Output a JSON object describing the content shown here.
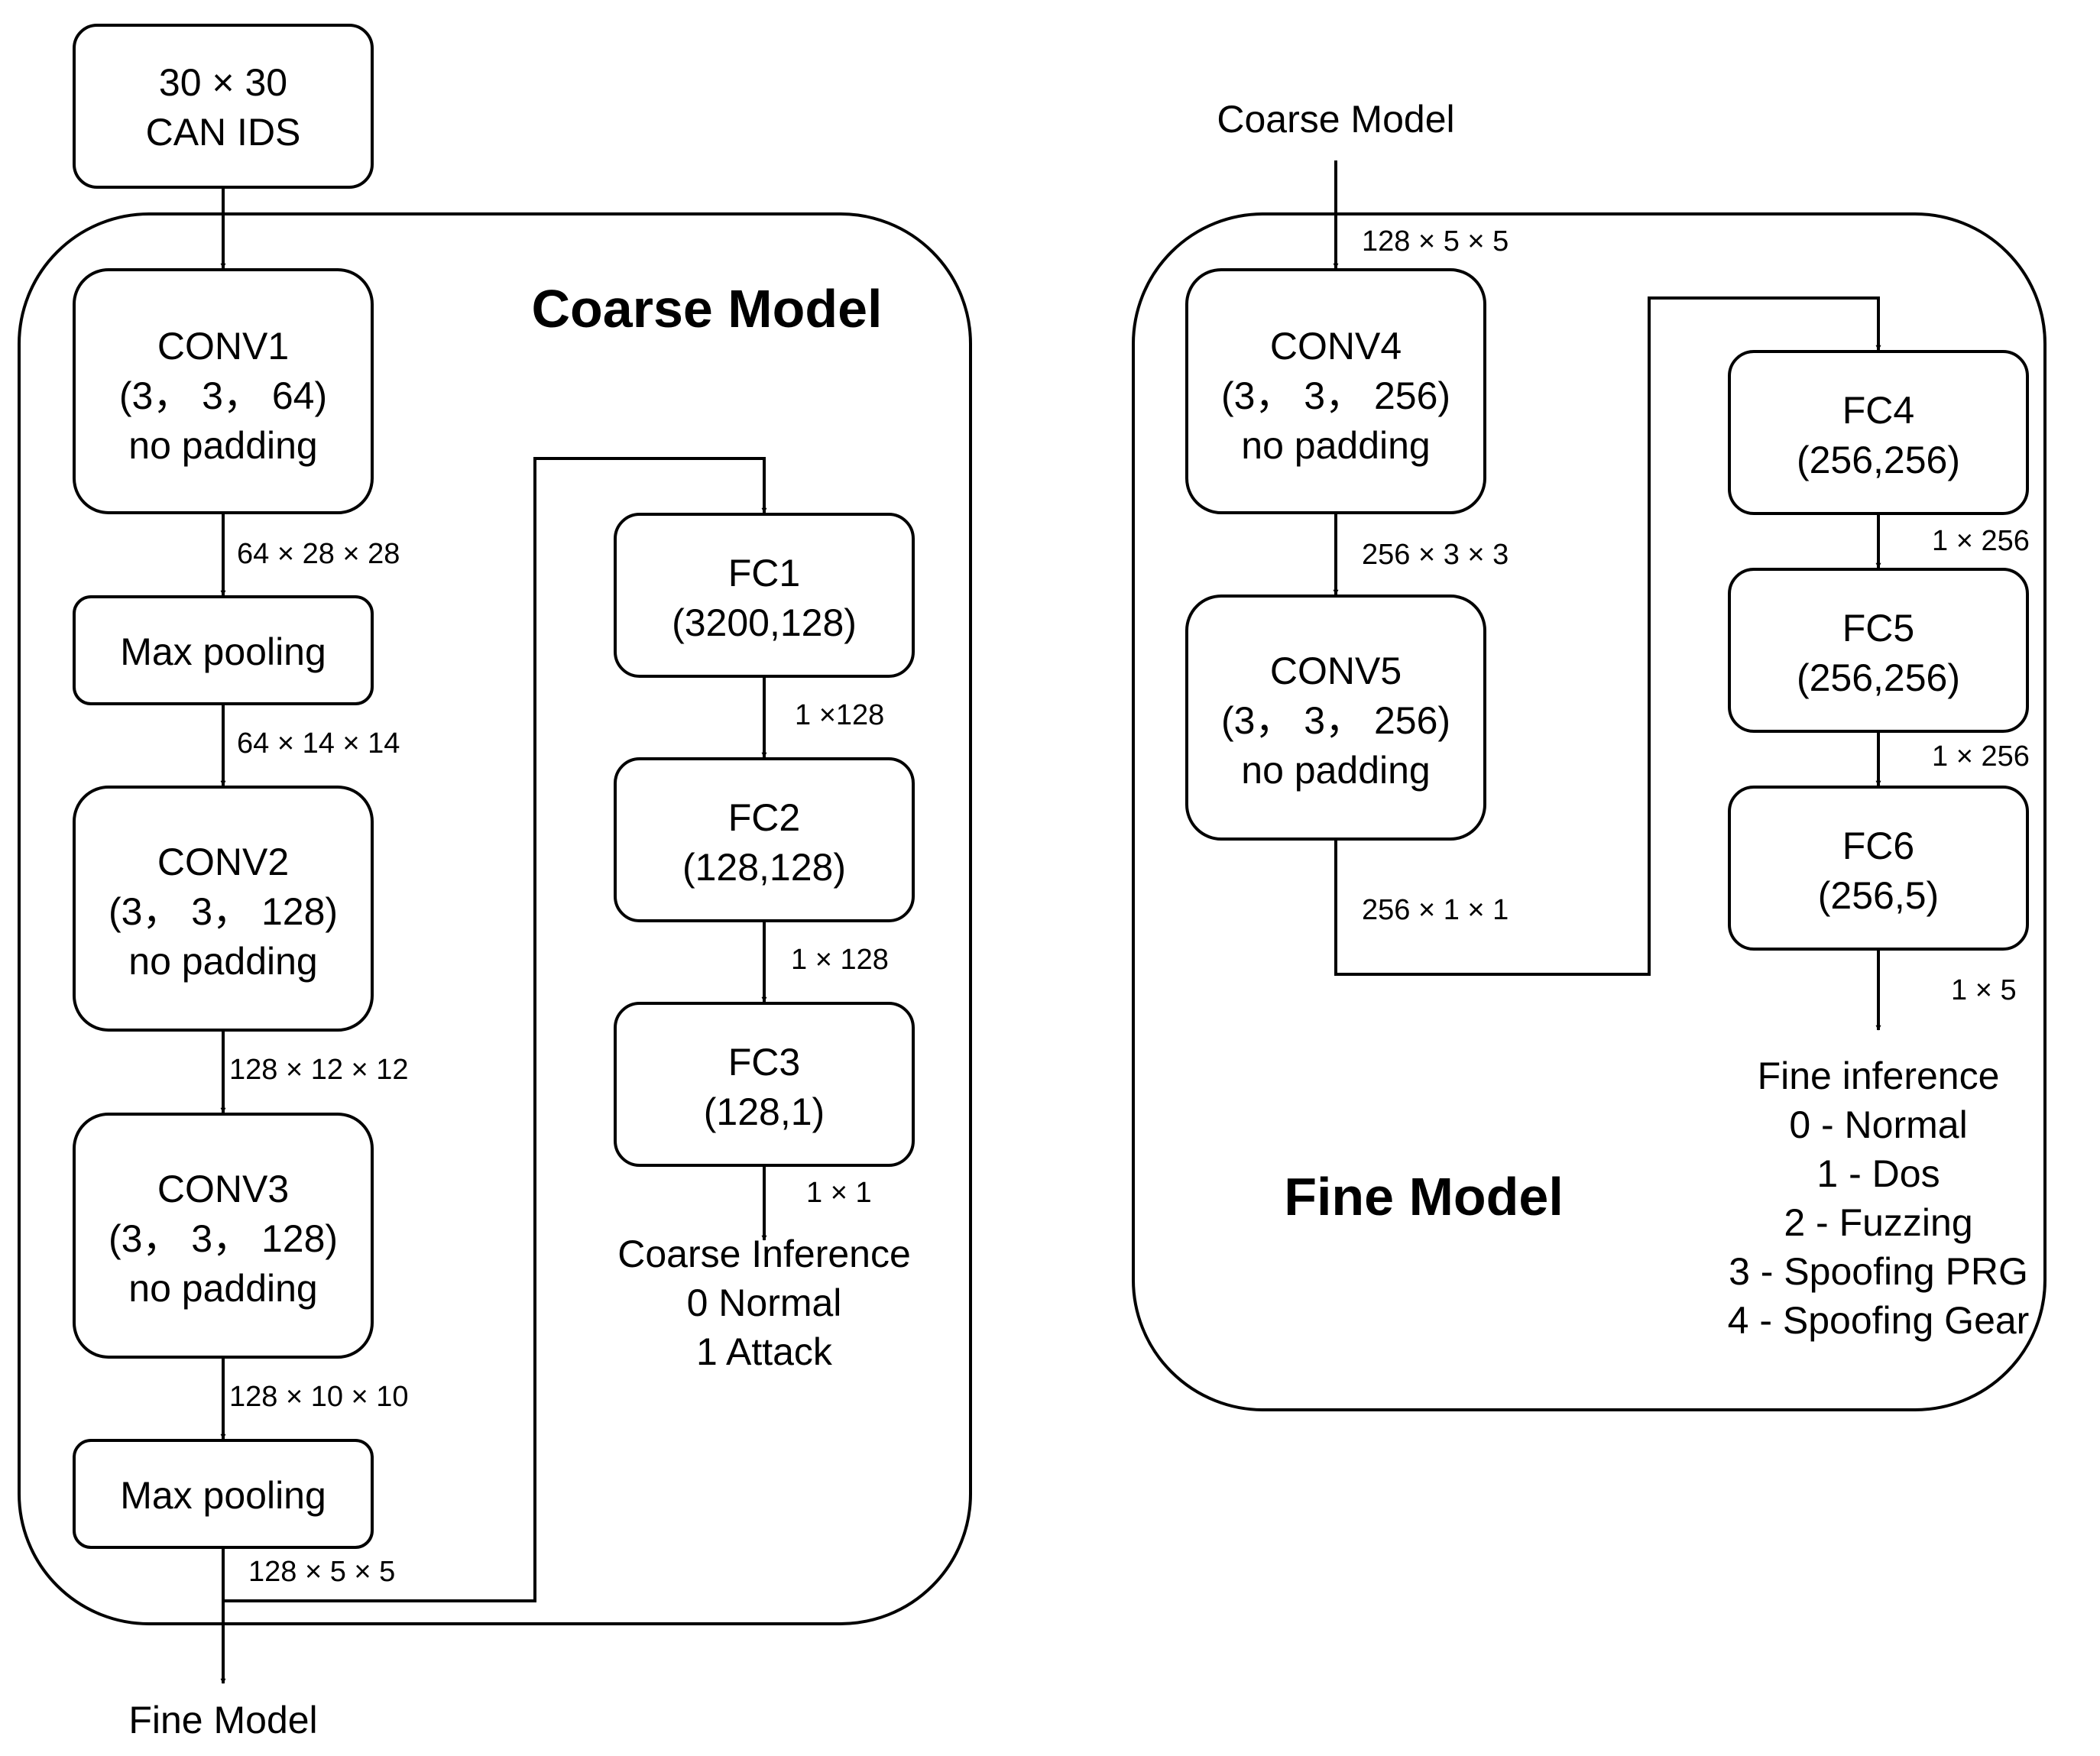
{
  "coarse": {
    "title": "Coarse Model",
    "input": [
      "30 × 30",
      "CAN IDS"
    ],
    "conv1": [
      "CONV1",
      "(3， 3， 64)",
      "no padding"
    ],
    "pool1": "Max pooling",
    "conv2": [
      "CONV2",
      "(3， 3， 128)",
      "no padding"
    ],
    "conv3": [
      "CONV3",
      "(3， 3， 128)",
      "no padding"
    ],
    "pool2": "Max pooling",
    "fc1": [
      "FC1",
      "(3200,128)"
    ],
    "fc2": [
      "FC2",
      "(128,128)"
    ],
    "fc3": [
      "FC3",
      "(128,1)"
    ],
    "dims": {
      "conv1_out": "64 × 28 × 28",
      "pool1_out": "64 × 14 × 14",
      "conv2_out": "128 × 12 × 12",
      "conv3_out": "128 × 10 × 10",
      "pool2_out": "128 × 5 × 5",
      "fc1_out": "1 ×128",
      "fc2_out": "1 × 128",
      "fc3_out": "1 × 1"
    },
    "inference": [
      "Coarse Inference",
      "0 Normal",
      "1 Attack"
    ],
    "output_label": "Fine Model"
  },
  "fine": {
    "title": "Fine Model",
    "input_label": "Coarse Model",
    "conv4": [
      "CONV4",
      "(3， 3， 256)",
      "no padding"
    ],
    "conv5": [
      "CONV5",
      "(3， 3， 256)",
      "no padding"
    ],
    "fc4": [
      "FC4",
      "(256,256)"
    ],
    "fc5": [
      "FC5",
      "(256,256)"
    ],
    "fc6": [
      "FC6",
      "(256,5)"
    ],
    "dims": {
      "input": "128 × 5 × 5",
      "conv4_out": "256 × 3 × 3",
      "conv5_out": "256 × 1 × 1",
      "fc4_out": "1 × 256",
      "fc5_out": "1 × 256",
      "fc6_out": "1 × 5"
    },
    "inference": [
      "Fine inference",
      "0 - Normal",
      "1 - Dos",
      "2 - Fuzzing",
      "3 - Spoofing PRG",
      "4 - Spoofing Gear"
    ]
  }
}
